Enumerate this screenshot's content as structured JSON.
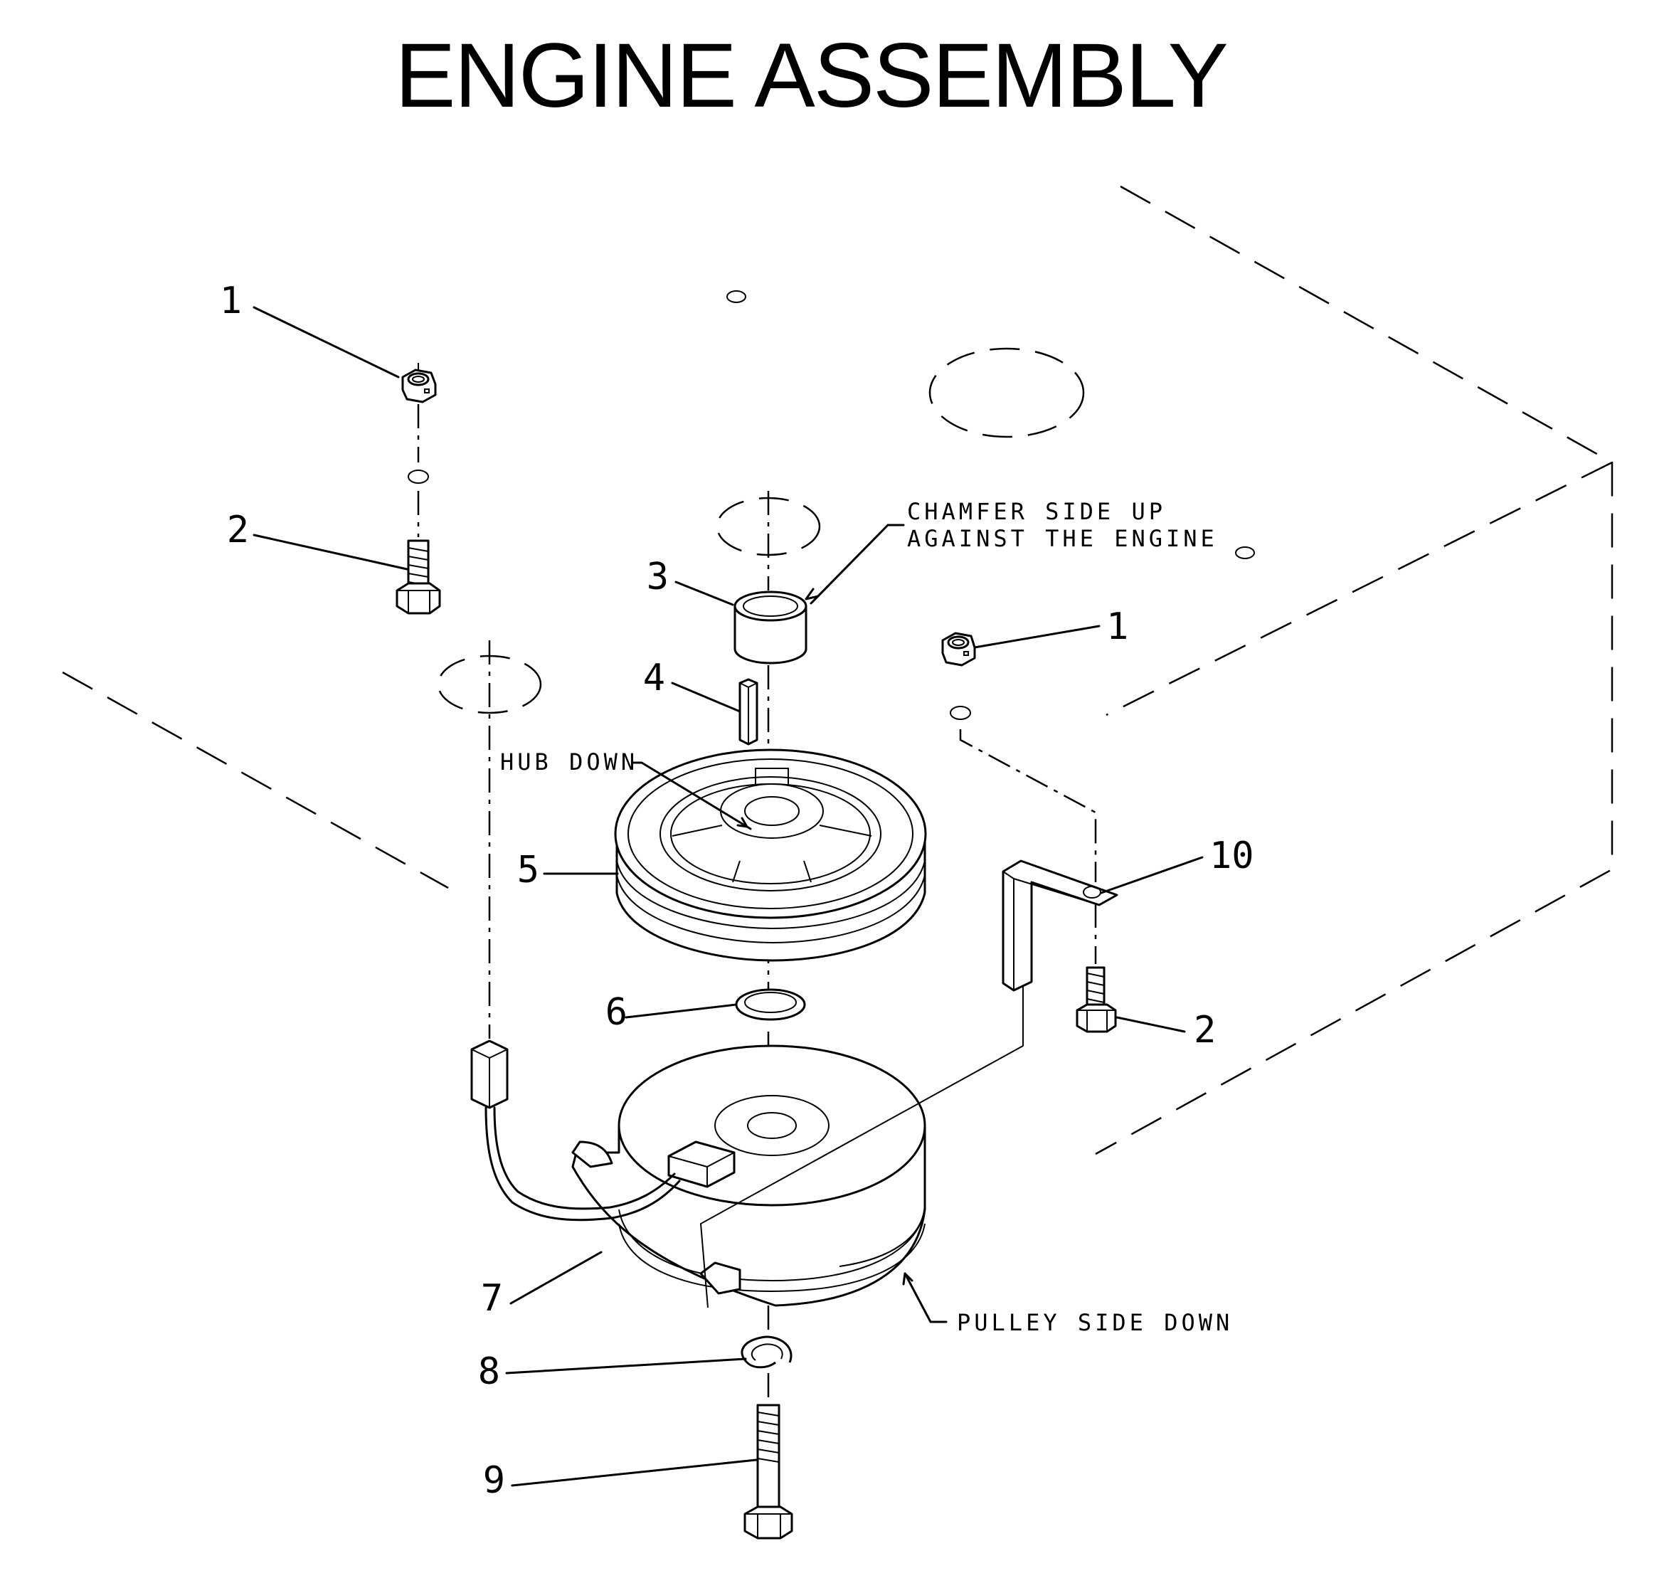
{
  "title": "ENGINE ASSEMBLY",
  "callouts": [
    {
      "id": "c1a",
      "label": "1"
    },
    {
      "id": "c2a",
      "label": "2"
    },
    {
      "id": "c3",
      "label": "3"
    },
    {
      "id": "c4",
      "label": "4"
    },
    {
      "id": "c5",
      "label": "5"
    },
    {
      "id": "c6",
      "label": "6"
    },
    {
      "id": "c7",
      "label": "7"
    },
    {
      "id": "c8",
      "label": "8"
    },
    {
      "id": "c9",
      "label": "9"
    },
    {
      "id": "c1b",
      "label": "1"
    },
    {
      "id": "c10",
      "label": "10"
    },
    {
      "id": "c2b",
      "label": "2"
    }
  ],
  "notes": {
    "chamfer_line1": "CHAMFER SIDE UP",
    "chamfer_line2": "AGAINST THE ENGINE",
    "hub_down": "HUB DOWN",
    "pulley_side_down": "PULLEY SIDE DOWN"
  }
}
